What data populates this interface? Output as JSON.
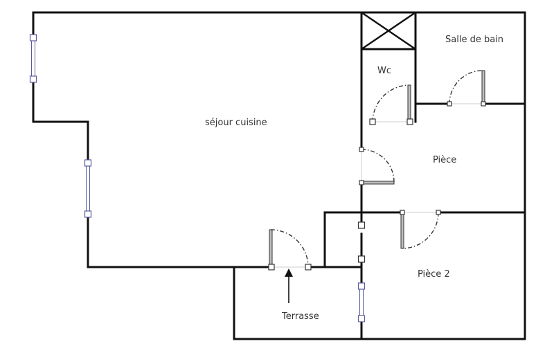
{
  "plan": {
    "rooms": [
      {
        "id": "sejour",
        "label": "séjour cuisine"
      },
      {
        "id": "wc",
        "label": "Wc"
      },
      {
        "id": "sdb",
        "label": "Salle de bain"
      },
      {
        "id": "piece",
        "label": "Pièce"
      },
      {
        "id": "piece2",
        "label": "Pièce 2"
      },
      {
        "id": "terrasse",
        "label": "Terrasse"
      }
    ],
    "symbols": {
      "shaft": "crossed-box (gaine technique)",
      "entry_arrow": "arrow-up",
      "window_color": "#5a5aa0",
      "wall_color": "#111111"
    }
  }
}
